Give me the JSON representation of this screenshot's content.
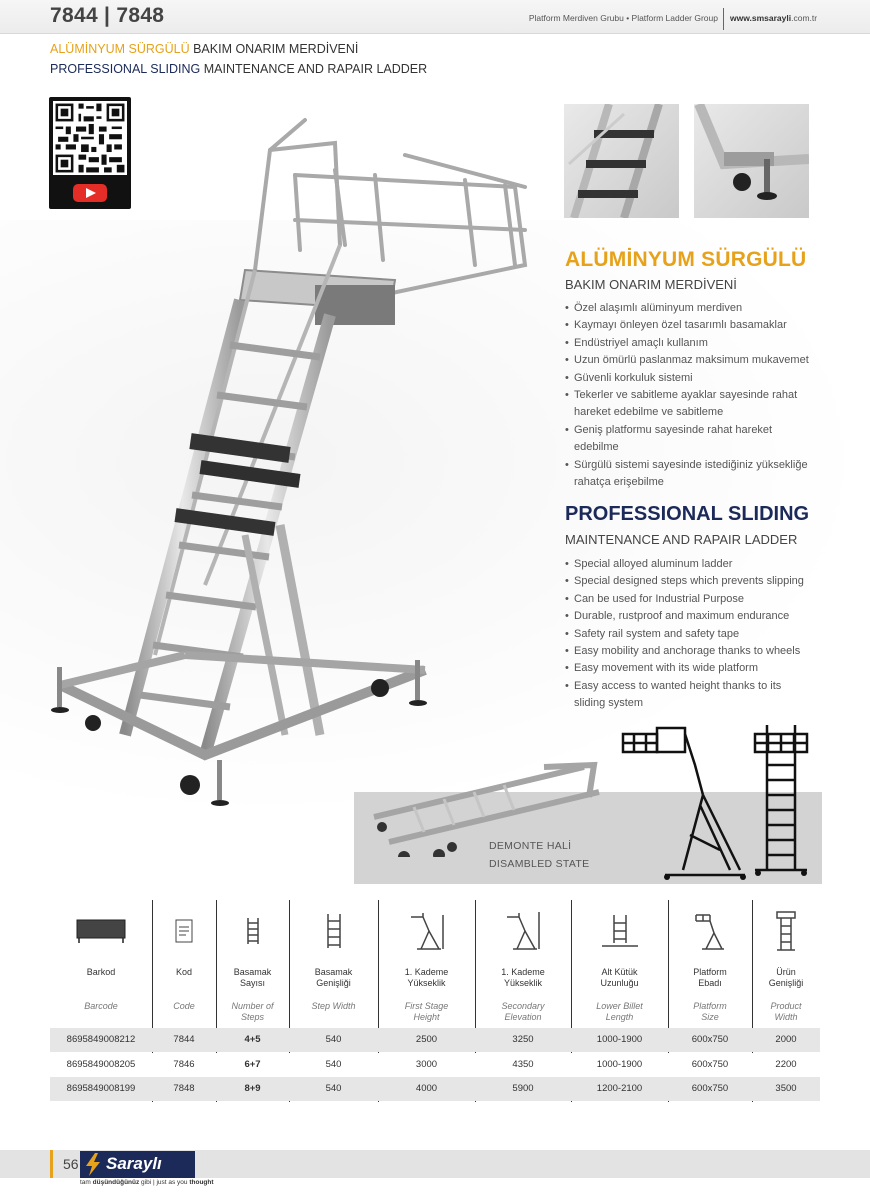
{
  "header": {
    "model": "7844 | 7848",
    "group": "Platform Merdiven Grubu • Platform Ladder Group",
    "website_bold": "www.smsarayli",
    "website_rest": ".com.tr"
  },
  "subtitle_tr": {
    "highlight": "ALÜMİNYUM SÜRGÜLÜ",
    "rest": " BAKIM ONARIM MERDİVENİ"
  },
  "subtitle_en": {
    "highlight": "PROFESSIONAL SLIDING",
    "rest": " MAINTENANCE AND RAPAIR LADDER"
  },
  "tr_block": {
    "title": "ALÜMİNYUM SÜRGÜLÜ",
    "subtitle": "BAKIM ONARIM MERDİVENİ",
    "features": [
      "Özel alaşımlı alüminyum merdiven",
      "Kaymayı önleyen özel tasarımlı basamaklar",
      "Endüstriyel amaçlı kullanım",
      "Uzun ömürlü paslanmaz maksimum mukavemet",
      "Güvenli korkuluk sistemi",
      "Tekerler ve sabitleme ayaklar sayesinde rahat hareket edebilme ve sabitleme",
      "Geniş platformu sayesinde rahat hareket edebilme",
      "Sürgülü sistemi sayesinde istediğiniz yüksekliğe rahatça erişebilme"
    ]
  },
  "en_block": {
    "title": "PROFESSIONAL SLIDING",
    "subtitle": "MAINTENANCE AND RAPAIR LADDER",
    "features": [
      "Special alloyed aluminum ladder",
      "Special designed steps which prevents slipping",
      "Can be used for Industrial Purpose",
      "Durable, rustproof and maximum endurance",
      "Safety rail system and safety tape",
      "Easy mobility and anchorage thanks to wheels",
      "Easy movement with its wide platform",
      "Easy access to wanted height thanks to its sliding system"
    ]
  },
  "disassembled": {
    "tr": "DEMONTE HALİ",
    "en": "DISAMBLED STATE"
  },
  "table": {
    "headers": [
      {
        "tr": "Barkod",
        "en": "Barcode",
        "icon": "barcode-icon"
      },
      {
        "tr": "Kod",
        "en": "Code",
        "icon": "document-icon"
      },
      {
        "tr": "Basamak\nSayısı",
        "en": "Number of\nSteps",
        "icon": "steps-icon"
      },
      {
        "tr": "Basamak\nGenişliği",
        "en": "Step Width",
        "icon": "step-width-icon"
      },
      {
        "tr": "1. Kademe\nYükseklik",
        "en": "First Stage\nHeight",
        "icon": "first-stage-icon"
      },
      {
        "tr": "1. Kademe\nYükseklik",
        "en": "Secondary\nElevation",
        "icon": "secondary-elevation-icon"
      },
      {
        "tr": "Alt Kütük\nUzunluğu",
        "en": "Lower Billet\nLength",
        "icon": "lower-billet-icon"
      },
      {
        "tr": "Platform\nEbadı",
        "en": "Platform\nSize",
        "icon": "platform-icon"
      },
      {
        "tr": "Ürün\nGenişliği",
        "en": "Product\nWidth",
        "icon": "product-width-icon"
      }
    ],
    "rows": [
      [
        "8695849008212",
        "7844",
        "4+5",
        "540",
        "2500",
        "3250",
        "1000-1900",
        "600x750",
        "2000"
      ],
      [
        "8695849008205",
        "7846",
        "6+7",
        "540",
        "3000",
        "4350",
        "1000-1900",
        "600x750",
        "2200"
      ],
      [
        "8695849008199",
        "7848",
        "8+9",
        "540",
        "4000",
        "5900",
        "1200-2100",
        "600x750",
        "3500"
      ]
    ]
  },
  "footer": {
    "page": "56",
    "brand": "Saraylı",
    "slogan_a": "tam ",
    "slogan_b": "düşündüğünüz",
    "slogan_c": " gibi | just as you ",
    "slogan_d": "thought"
  },
  "colors": {
    "accent": "#e6a21a",
    "navy": "#1c2a5a",
    "row_shade": "#e6e6e6"
  }
}
